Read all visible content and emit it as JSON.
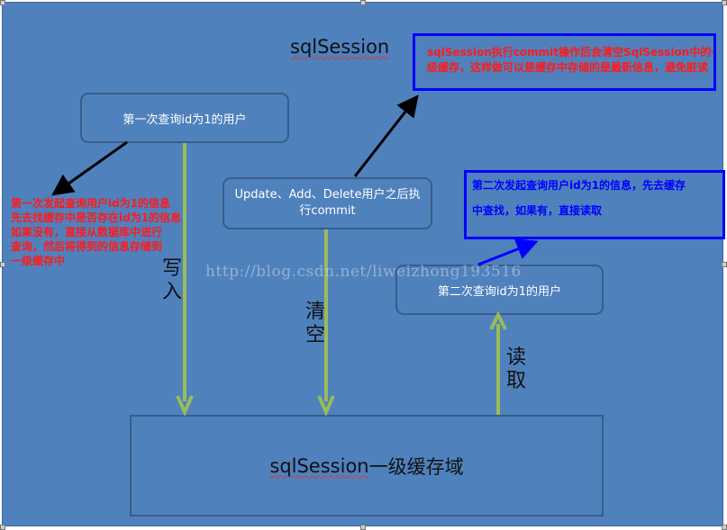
{
  "title": "sqlSession",
  "boxes": {
    "first_query": "第一次查询id为1的用户",
    "update": "Update、Add、Delete用户之后执行commit",
    "second_query": "第二次查询id为1的用户",
    "cache_prefix": "sqlSession",
    "cache_suffix": "一级缓存域"
  },
  "notes": {
    "commit_note": "sqlSession执行commit操作后会清空SqlSession中的一级缓存，这样做可以是缓存中存储的是最新信息，避免脏读",
    "first_query_lines": [
      "第一次发起查询用户id为1的信息",
      "先去找缓存中是否存在id为1的信息",
      "如果没有，直接从数据库中进行",
      "查询，然后将得到的信息存储到",
      "一级缓存中"
    ],
    "second_query_lines": [
      "第二次发起查询用户id为1的信息，先去缓存",
      "中查找，如果有，直接读取"
    ]
  },
  "arrow_labels": {
    "write": [
      "写",
      "入"
    ],
    "clear": [
      "清",
      "空"
    ],
    "read": [
      "读",
      "取"
    ]
  },
  "watermark": "http://blog.csdn.net/liweizhong193516",
  "colors": {
    "background": "#4f81bd",
    "box_border": "#385d8a",
    "note_text": "#ff1a1a",
    "note_border": "#0000ff",
    "arrow_green": "#9bbb59",
    "arrow_black": "#000000"
  }
}
